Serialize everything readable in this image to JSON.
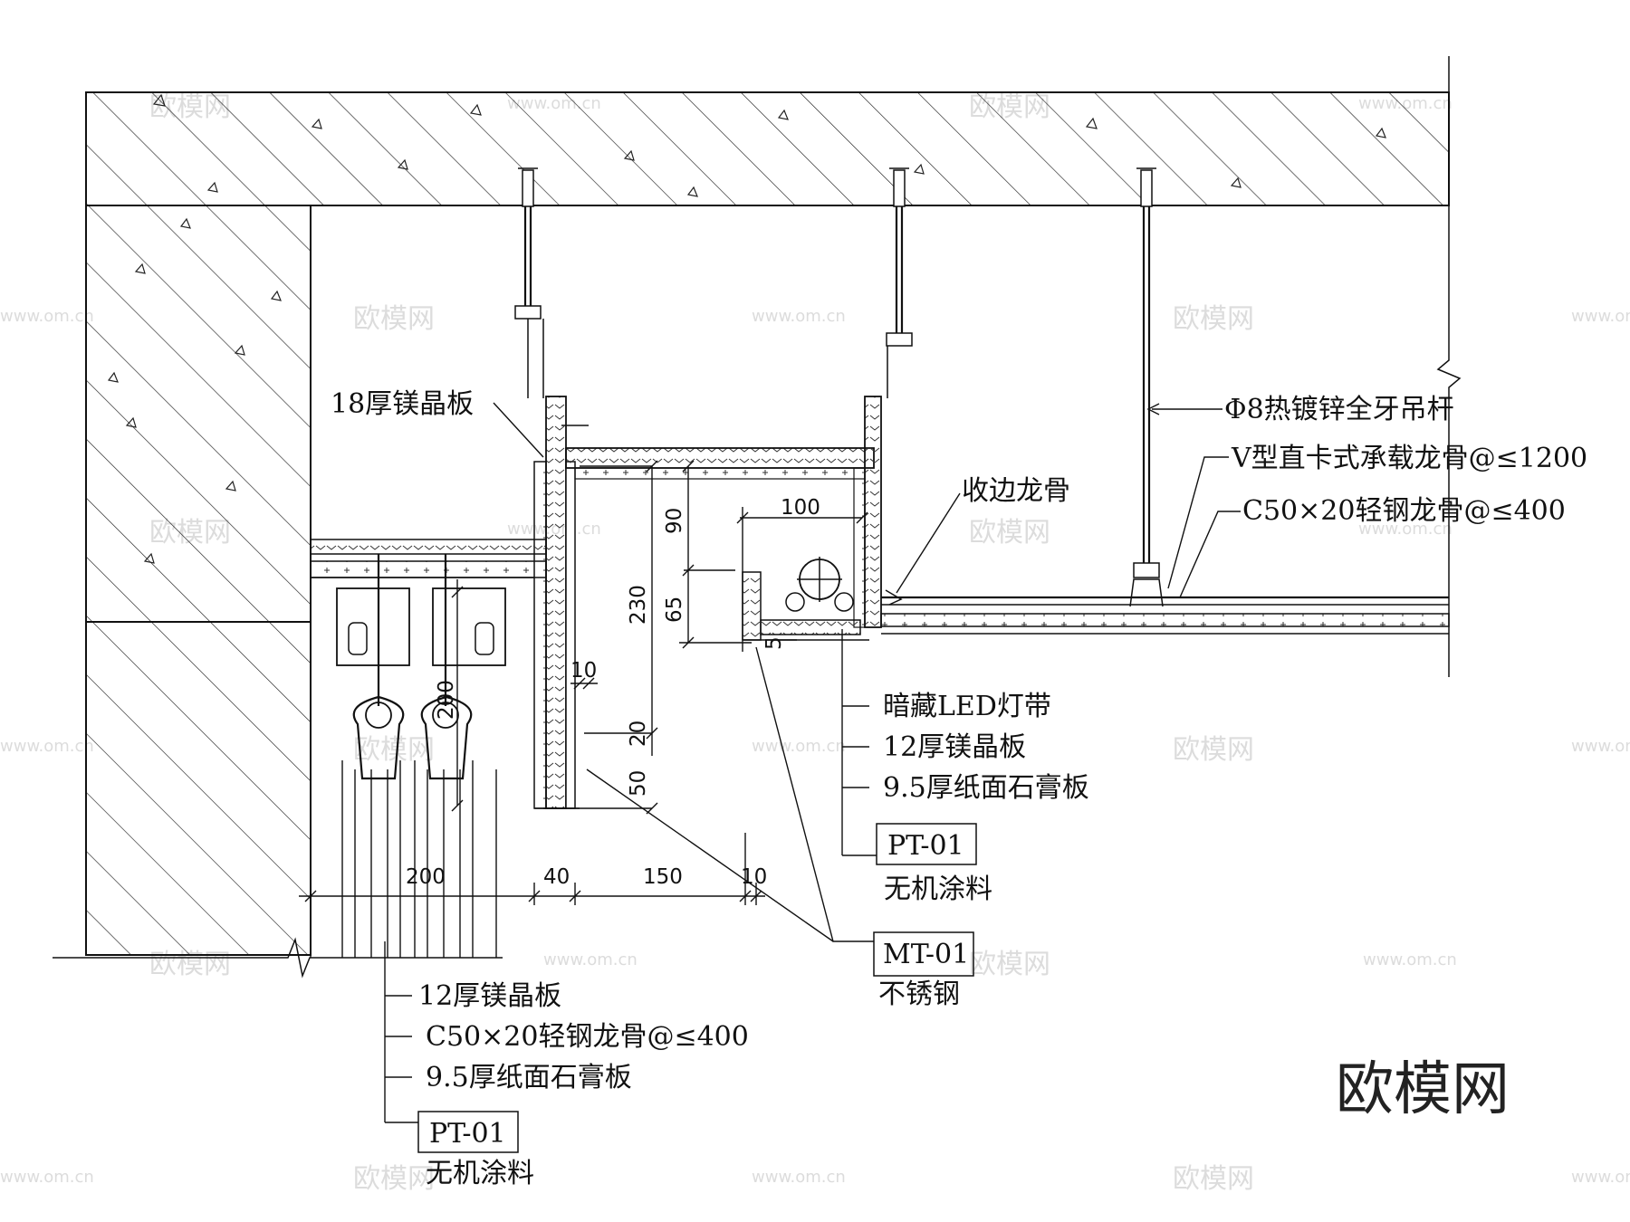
{
  "watermark": {
    "text": "欧模网",
    "url": "www.om.cn",
    "brand": "欧模网"
  },
  "labels": {
    "hanger_rod": "Φ8热镀锌全牙吊杆",
    "main_keel": "V型直卡式承载龙骨@≤1200",
    "light_keel_right": "C50×20轻钢龙骨@≤400",
    "edge_keel": "收边龙骨",
    "board_18": "18厚镁晶板",
    "led_strip": "暗藏LED灯带",
    "board_12_mid": "12厚镁晶板",
    "gypsum_mid": "9.5厚纸面石膏板",
    "pt_code_mid": "PT-01",
    "pt_name_mid": "无机涂料",
    "mt_code": "MT-01",
    "mt_name": "不锈钢",
    "board_12_bottom": "12厚镁晶板",
    "light_keel_bottom": "C50×20轻钢龙骨@≤400",
    "gypsum_bottom": "9.5厚纸面石膏板",
    "pt_code_bottom": "PT-01",
    "pt_name_bottom": "无机涂料"
  },
  "dimensions": {
    "d100": "100",
    "d90": "90",
    "d65": "65",
    "d230": "230",
    "d5": "5",
    "d10_side": "10",
    "d20": "20",
    "d50": "50",
    "d200_vertical": "200",
    "d200": "200",
    "d40": "40",
    "d150": "150",
    "d10_bottom": "10"
  }
}
